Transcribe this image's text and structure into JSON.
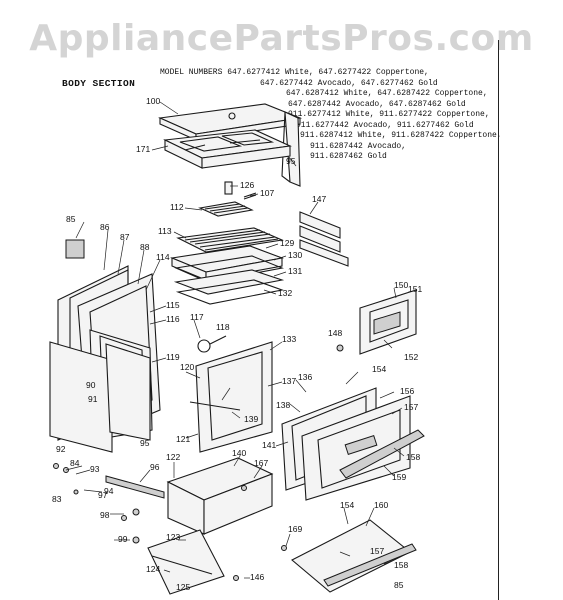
{
  "watermark": "AppliancePartsPros.com",
  "section_title": "BODY SECTION",
  "model_numbers": [
    "MODEL NUMBERS 647.6277412 White, 647.6277422 Coppertone,",
    "647.6277442 Avocado, 647.6277462 Gold",
    "647.6287412 White, 647.6287422 Coppertone,",
    "647.6287442 Avocado, 647.6287462 Gold",
    "911.6277412 White, 911.6277422 Coppertone,",
    "911.6277442 Avocado, 911.6277462 Gold",
    "911.6287412 White, 911.6287422 Coppertone,",
    "911.6287442 Avocado,",
    "911.6287462 Gold"
  ],
  "part_numbers": [
    "100",
    "171",
    "95",
    "126",
    "107",
    "112",
    "113",
    "129",
    "130",
    "131",
    "132",
    "147",
    "85",
    "86",
    "87",
    "88",
    "114",
    "115",
    "116",
    "117",
    "118",
    "119",
    "90",
    "91",
    "92",
    "95",
    "133",
    "137",
    "120",
    "139",
    "121",
    "136",
    "154",
    "150",
    "151",
    "148",
    "152",
    "156",
    "157",
    "138",
    "141",
    "158",
    "159",
    "140",
    "167",
    "122",
    "84",
    "93",
    "94",
    "83",
    "96",
    "97",
    "98",
    "99",
    "123",
    "124",
    "125",
    "146",
    "169",
    "154",
    "160",
    "157",
    "158",
    "85"
  ]
}
